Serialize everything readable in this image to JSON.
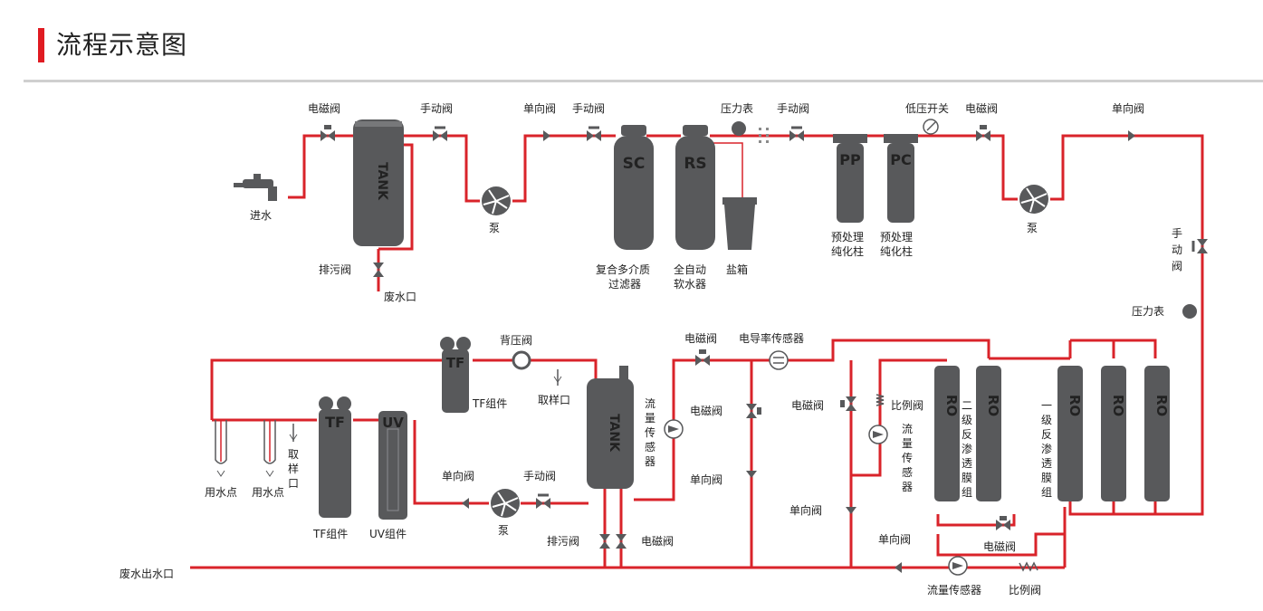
{
  "header": {
    "title": "流程示意图"
  },
  "labels": {
    "inlet": "进水",
    "solenoid_valve": "电磁阀",
    "manual_valve": "手动阀",
    "check_valve": "单向阀",
    "pressure_gauge": "压力表",
    "low_pressure_switch": "低压开关",
    "pump": "泵",
    "drain_valve": "排污阀",
    "waste_outlet": "废水口",
    "multi_media_filter": "复合多介质过滤器",
    "multi_media_filter_l1": "复合多介质",
    "multi_media_filter_l2": "过滤器",
    "softener_l1": "全自动",
    "softener_l2": "软水器",
    "salt_tank": "盐箱",
    "pretreat_l1": "预处理",
    "pretreat_l2": "纯化柱",
    "manual_valve_vertical": "手动阀",
    "backpressure_valve": "背压阀",
    "sampling_port": "取样口",
    "tf_assembly": "TF组件",
    "uv_assembly": "UV组件",
    "use_point": "用水点",
    "conductivity_sensor": "电导率传感器",
    "flow_sensor": "流量传感器",
    "proportional_valve": "比例阀",
    "ro_stage2": "二级反渗透膜组",
    "ro_stage1": "一级反渗透膜组",
    "waste_water_outlet": "废水出水口",
    "tank": "TANK",
    "sc": "SC",
    "rs": "RS",
    "pp": "PP",
    "pc": "PC",
    "tf": "TF",
    "uv": "UV",
    "ro": "RO"
  },
  "colors": {
    "pipe": "#d9232a",
    "equipment": "#58595b",
    "accent": "#e01b22"
  }
}
